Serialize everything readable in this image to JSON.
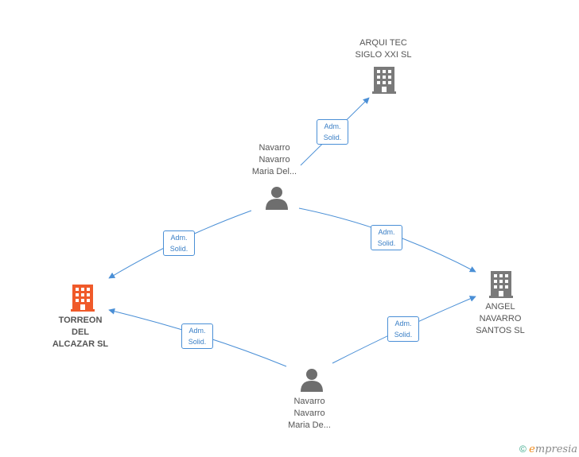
{
  "nodes": {
    "arquitec": {
      "lines": [
        "ARQUI TEC",
        "SIGLO XXI  SL"
      ],
      "type": "company"
    },
    "navarro_top": {
      "lines": [
        "Navarro",
        "Navarro",
        "Maria Del..."
      ],
      "type": "person"
    },
    "torreon": {
      "lines": [
        "TORREON",
        "DEL",
        "ALCAZAR SL"
      ],
      "type": "company-main"
    },
    "angel": {
      "lines": [
        "ANGEL",
        "NAVARRO",
        "SANTOS SL"
      ],
      "type": "company"
    },
    "navarro_bottom": {
      "lines": [
        "Navarro",
        "Navarro",
        "Maria De..."
      ],
      "type": "person"
    }
  },
  "edges": [
    {
      "id": "e1",
      "line1": "Adm.",
      "line2": "Solid."
    },
    {
      "id": "e2",
      "line1": "Adm.",
      "line2": "Solid."
    },
    {
      "id": "e3",
      "line1": "Adm.",
      "line2": "Solid."
    },
    {
      "id": "e4",
      "line1": "Adm.",
      "line2": "Solid."
    },
    {
      "id": "e5",
      "line1": "Adm.",
      "line2": "Solid."
    }
  ],
  "footer": {
    "copyright": "©",
    "brand_e": "e",
    "brand_rest": "mpresia"
  },
  "colors": {
    "edge": "#4a8fd6",
    "building": "#7a7a7a",
    "building_main": "#f05a2a",
    "person": "#6e6e6e"
  }
}
